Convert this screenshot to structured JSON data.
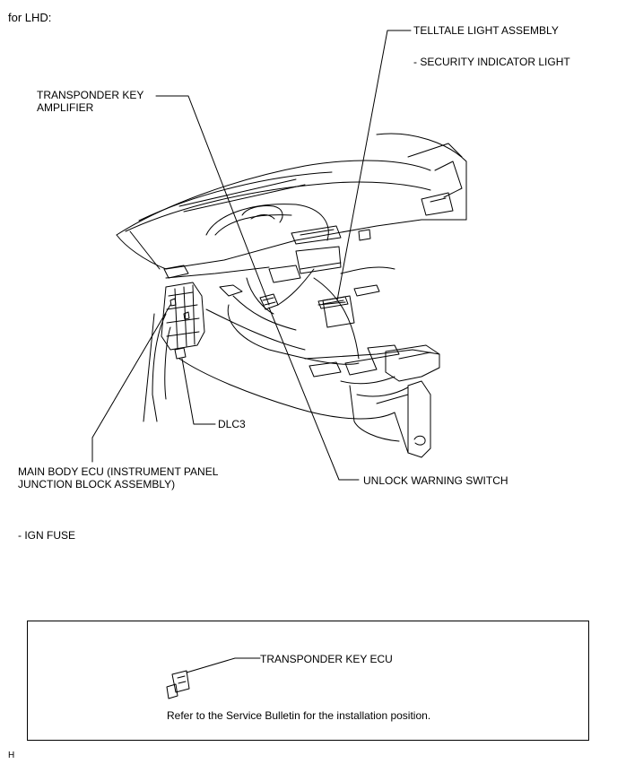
{
  "header": {
    "variant": "for LHD:"
  },
  "callouts": {
    "telltale": "TELLTALE LIGHT ASSEMBLY",
    "security_indicator": "- SECURITY INDICATOR LIGHT",
    "transponder_amp_line1": "TRANSPONDER KEY",
    "transponder_amp_line2": "AMPLIFIER",
    "dlc3": "DLC3",
    "main_body_ecu_line1": "MAIN BODY ECU (INSTRUMENT PANEL",
    "main_body_ecu_line2": "JUNCTION BLOCK ASSEMBLY)",
    "ign_fuse": "- IGN FUSE",
    "unlock_warning": "UNLOCK WARNING SWITCH"
  },
  "inset": {
    "ecu_label": "TRANSPONDER KEY ECU",
    "note": "Refer to the Service Bulletin for the installation position."
  },
  "footer": {
    "code": "H"
  }
}
